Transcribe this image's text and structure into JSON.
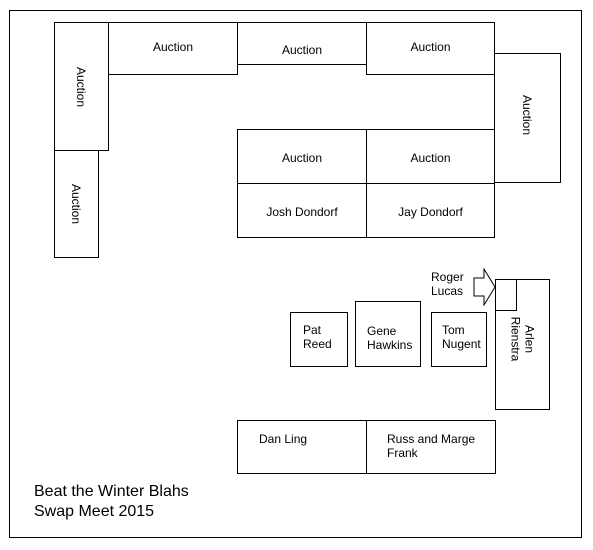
{
  "booths": {
    "auction_left_top": "Auction",
    "auction_left_bottom": "Auction",
    "auction_top_1": "Auction",
    "auction_top_2": "Auction",
    "auction_top_3": "Auction",
    "auction_right": "Auction",
    "auction_mid_1": "Auction",
    "auction_mid_2": "Auction",
    "josh_dondorf": "Josh Dondorf",
    "jay_dondorf": "Jay Dondorf",
    "roger_lucas": "Roger\nLucas",
    "arlen_rienstra": "Arlen\nRienstra",
    "pat_reed": "Pat\nReed",
    "gene_hawkins": "Gene\nHawkins",
    "tom_nugent": "Tom\nNugent",
    "dan_ling": "Dan Ling",
    "russ_marge_frank": "Russ and Marge\nFrank"
  },
  "title": "Beat the Winter Blahs\nSwap Meet 2015"
}
